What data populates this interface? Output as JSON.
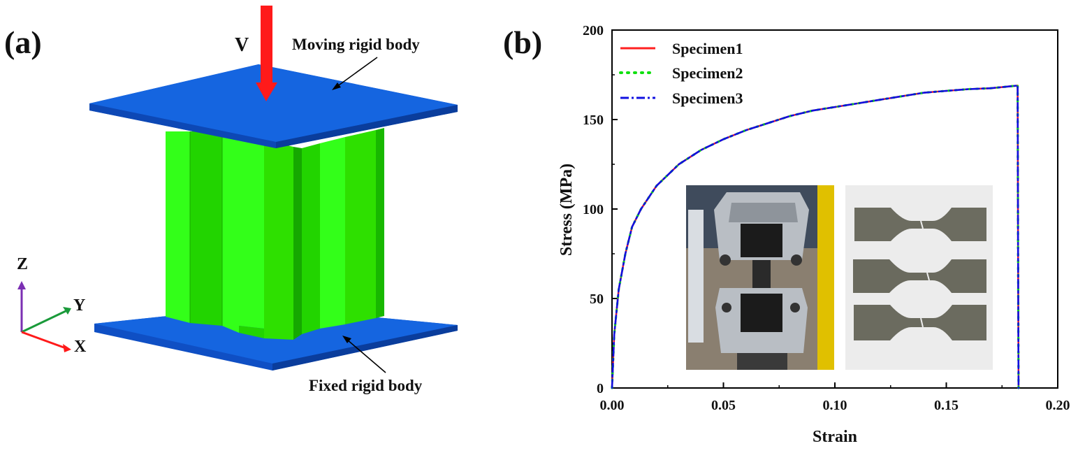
{
  "panel_a": {
    "label": "(a)",
    "velocity_label": "V",
    "moving_body_label": "Moving rigid body",
    "fixed_body_label": "Fixed rigid body",
    "axes": {
      "z": "Z",
      "y": "Y",
      "x": "X"
    },
    "colors": {
      "plate": "#1565e0",
      "column": "#22e000",
      "arrow": "#ff1a1a"
    }
  },
  "panel_b": {
    "label": "(b)"
  },
  "chart_data": {
    "type": "line",
    "title": "",
    "xlabel": "Strain",
    "ylabel": "Stress (MPa)",
    "xlim": [
      0,
      0.2
    ],
    "ylim": [
      0,
      200
    ],
    "xticks": [
      "0.00",
      "0.05",
      "0.10",
      "0.15",
      "0.20"
    ],
    "yticks": [
      "0",
      "50",
      "100",
      "150",
      "200"
    ],
    "legend_position": "top-left",
    "grid": false,
    "series": [
      {
        "name": "Specimen1",
        "color": "#ff2020",
        "dash": "solid",
        "x": [
          0,
          0.001,
          0.003,
          0.006,
          0.009,
          0.013,
          0.02,
          0.03,
          0.04,
          0.05,
          0.06,
          0.07,
          0.08,
          0.09,
          0.1,
          0.11,
          0.12,
          0.13,
          0.14,
          0.15,
          0.16,
          0.17,
          0.182,
          0.1822,
          0.1824
        ],
        "y": [
          0,
          30,
          55,
          75,
          90,
          100,
          113,
          125,
          133,
          139,
          144,
          148,
          152,
          155,
          157,
          159,
          161,
          163,
          165,
          166,
          167,
          167.5,
          169,
          80,
          0
        ]
      },
      {
        "name": "Specimen2",
        "color": "#10e010",
        "dash": "dotted",
        "x": [
          0,
          0.001,
          0.003,
          0.006,
          0.009,
          0.013,
          0.02,
          0.03,
          0.04,
          0.05,
          0.06,
          0.07,
          0.08,
          0.09,
          0.1,
          0.11,
          0.12,
          0.13,
          0.14,
          0.15,
          0.16,
          0.17,
          0.182,
          0.1822,
          0.1824
        ],
        "y": [
          0,
          30,
          55,
          75,
          90,
          100,
          113,
          125,
          133,
          139,
          144,
          148,
          152,
          155,
          157,
          159,
          161,
          163,
          165,
          166,
          167,
          167.5,
          169,
          80,
          0
        ]
      },
      {
        "name": "Specimen3",
        "color": "#1010e0",
        "dash": "dashdot",
        "x": [
          0,
          0.001,
          0.003,
          0.006,
          0.009,
          0.013,
          0.02,
          0.03,
          0.04,
          0.05,
          0.06,
          0.07,
          0.08,
          0.09,
          0.1,
          0.11,
          0.12,
          0.13,
          0.14,
          0.15,
          0.16,
          0.17,
          0.182,
          0.1822,
          0.1824
        ],
        "y": [
          0,
          30,
          55,
          75,
          90,
          100,
          113,
          125,
          133,
          139,
          144,
          148,
          152,
          155,
          157,
          159,
          161,
          163,
          165,
          166,
          167,
          167.5,
          169,
          80,
          0
        ]
      }
    ]
  }
}
